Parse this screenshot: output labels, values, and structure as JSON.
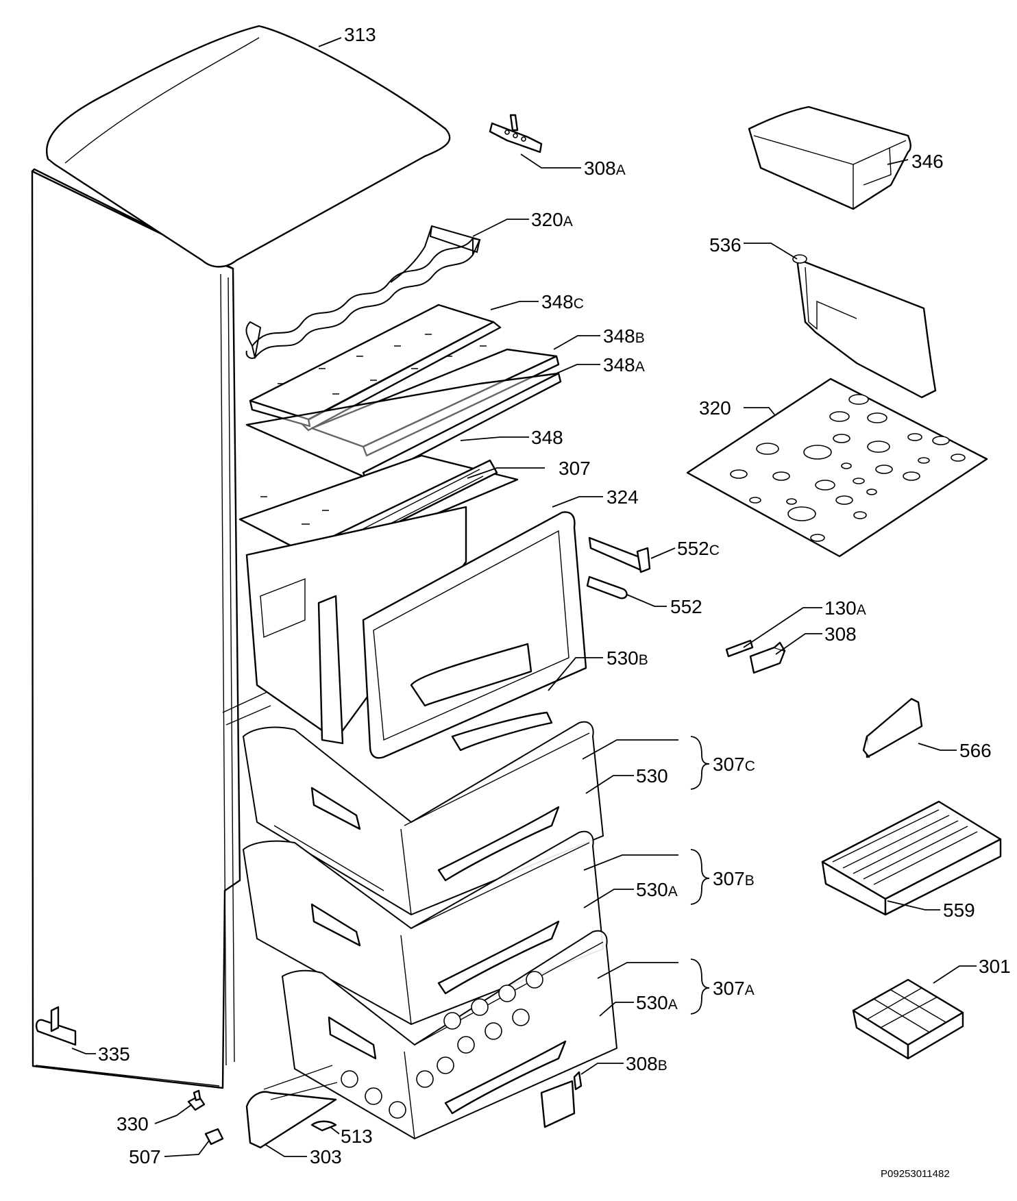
{
  "diagram": {
    "title": "",
    "reference_code": "P09253011482",
    "labels": {
      "313": {
        "num": "313",
        "suffix": ""
      },
      "308A": {
        "num": "308",
        "suffix": "A"
      },
      "346": {
        "num": "346",
        "suffix": ""
      },
      "320A": {
        "num": "320",
        "suffix": "A"
      },
      "536": {
        "num": "536",
        "suffix": ""
      },
      "348C": {
        "num": "348",
        "suffix": "C"
      },
      "348B": {
        "num": "348",
        "suffix": "B"
      },
      "348A": {
        "num": "348",
        "suffix": "A"
      },
      "320": {
        "num": "320",
        "suffix": ""
      },
      "348": {
        "num": "348",
        "suffix": ""
      },
      "307": {
        "num": "307",
        "suffix": ""
      },
      "324": {
        "num": "324",
        "suffix": ""
      },
      "552C": {
        "num": "552",
        "suffix": "C"
      },
      "552": {
        "num": "552",
        "suffix": ""
      },
      "130A": {
        "num": "130",
        "suffix": "A"
      },
      "308": {
        "num": "308",
        "suffix": ""
      },
      "530B": {
        "num": "530",
        "suffix": "B"
      },
      "566": {
        "num": "566",
        "suffix": ""
      },
      "307C": {
        "num": "307",
        "suffix": "C"
      },
      "530": {
        "num": "530",
        "suffix": ""
      },
      "307B": {
        "num": "307",
        "suffix": "B"
      },
      "530A_1": {
        "num": "530",
        "suffix": "A"
      },
      "559": {
        "num": "559",
        "suffix": ""
      },
      "307A": {
        "num": "307",
        "suffix": "A"
      },
      "530A_2": {
        "num": "530",
        "suffix": "A"
      },
      "301": {
        "num": "301",
        "suffix": ""
      },
      "335": {
        "num": "335",
        "suffix": ""
      },
      "308B": {
        "num": "308",
        "suffix": "B"
      },
      "330": {
        "num": "330",
        "suffix": ""
      },
      "513": {
        "num": "513",
        "suffix": ""
      },
      "507": {
        "num": "507",
        "suffix": ""
      },
      "303": {
        "num": "303",
        "suffix": ""
      }
    }
  }
}
